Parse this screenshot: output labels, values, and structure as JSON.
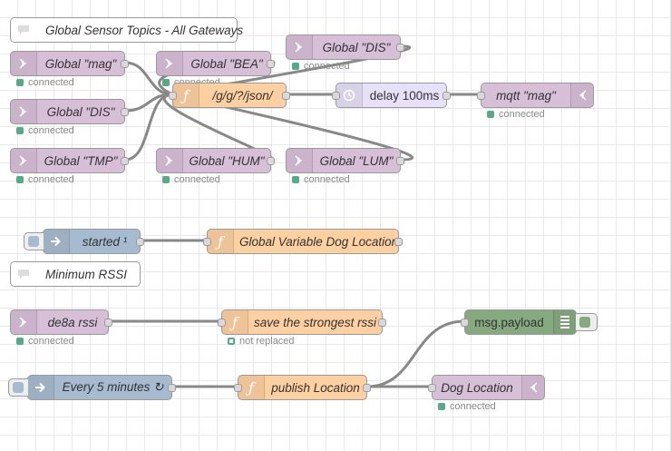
{
  "colors": {
    "mqtt": "#d8bfd8",
    "function": "#fdd0a2",
    "inject": "#a6bbcf",
    "delay": "#e6e0f8",
    "debug": "#87a980",
    "wire": "#888888",
    "status_green": "#55aa88"
  },
  "comments": {
    "global_sensor_topics": "Global Sensor Topics - All Gateways",
    "minimum_rssi": "Minimum RSSI"
  },
  "mqtt_in": {
    "mag": {
      "label": "Global \"mag\"",
      "status": "connected"
    },
    "dis_1": {
      "label": "Global \"DIS\"",
      "status": "connected"
    },
    "tmp": {
      "label": "Global \"TMP\"",
      "status": "connected"
    },
    "bea": {
      "label": "Global \"BEA\"",
      "status": "connected"
    },
    "hum": {
      "label": "Global \"HUM\"",
      "status": "connected"
    },
    "dis_2": {
      "label": "Global \"DIS\"",
      "status": "connected"
    },
    "lum": {
      "label": "Global \"LUM\"",
      "status": "connected"
    },
    "de8a_rssi": {
      "label": "de8a rssi",
      "status": "connected"
    }
  },
  "functions": {
    "topic_parser": {
      "label": "/g/g/?/json/"
    },
    "global_variable": {
      "label": "Global Variable Dog Location"
    },
    "save_strongest": {
      "label": "save the strongest rssi",
      "status": "not replaced"
    },
    "publish_location": {
      "label": "publish Location"
    }
  },
  "delay": {
    "label": "delay 100ms"
  },
  "mqtt_out": {
    "mag": {
      "label": "mqtt \"mag\"",
      "status": "connected"
    },
    "dog_location": {
      "label": "Dog Location",
      "status": "connected"
    }
  },
  "injects": {
    "started": {
      "label": "started ¹"
    },
    "every_5_min": {
      "label": "Every 5 minutes ↻"
    }
  },
  "debug": {
    "label": "msg.payload"
  },
  "icons": {
    "mqtt": "wireless-icon",
    "function": "function-icon",
    "inject": "arrow-right-icon",
    "delay": "timer-icon",
    "debug": "list-icon",
    "comment": "speech-bubble-icon"
  }
}
